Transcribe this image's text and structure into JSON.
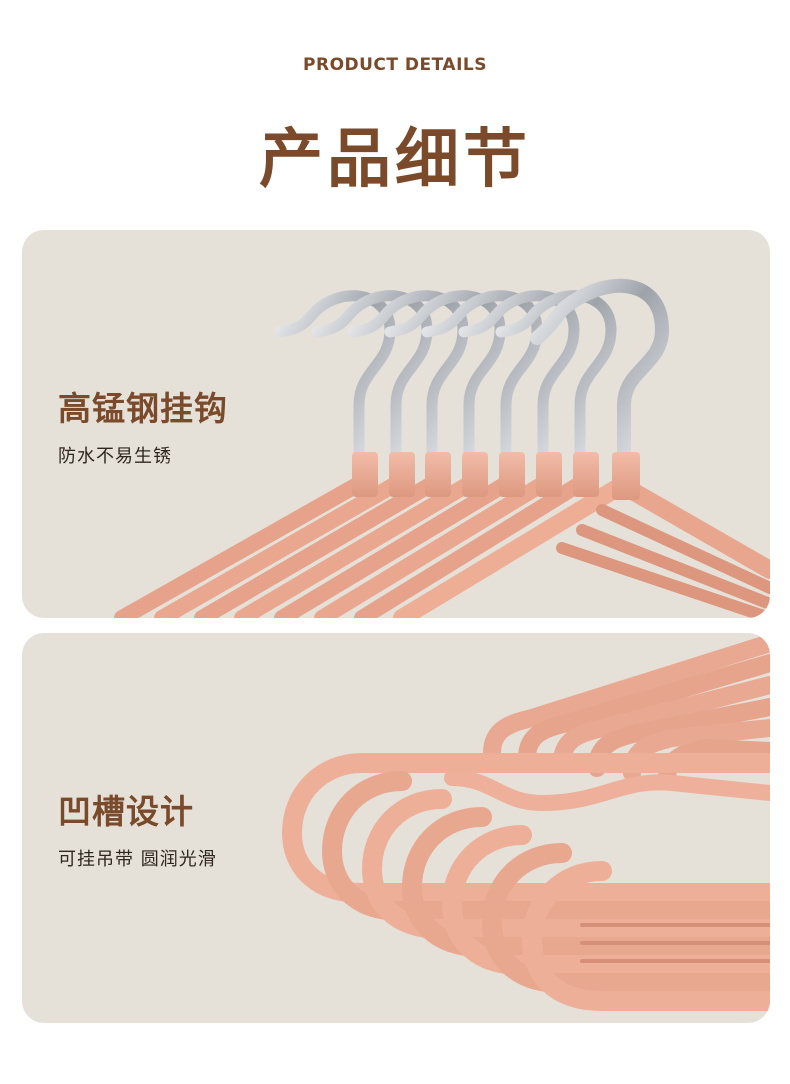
{
  "header": {
    "subtitle_en": "PRODUCT DETAILS",
    "title_cn": "产品细节"
  },
  "sections": [
    {
      "title": "高锰钢挂钩",
      "description": "防水不易生锈"
    },
    {
      "title": "凹槽设计",
      "description": "可挂吊带 圆润光滑"
    }
  ],
  "colors": {
    "brown": "#7a4a2a",
    "text_dark": "#2f2620",
    "panel_bg": "#e5e1d9",
    "hanger_pink": "#ebab94",
    "hanger_shade": "#d5917a",
    "steel": "#c9ccd0"
  }
}
